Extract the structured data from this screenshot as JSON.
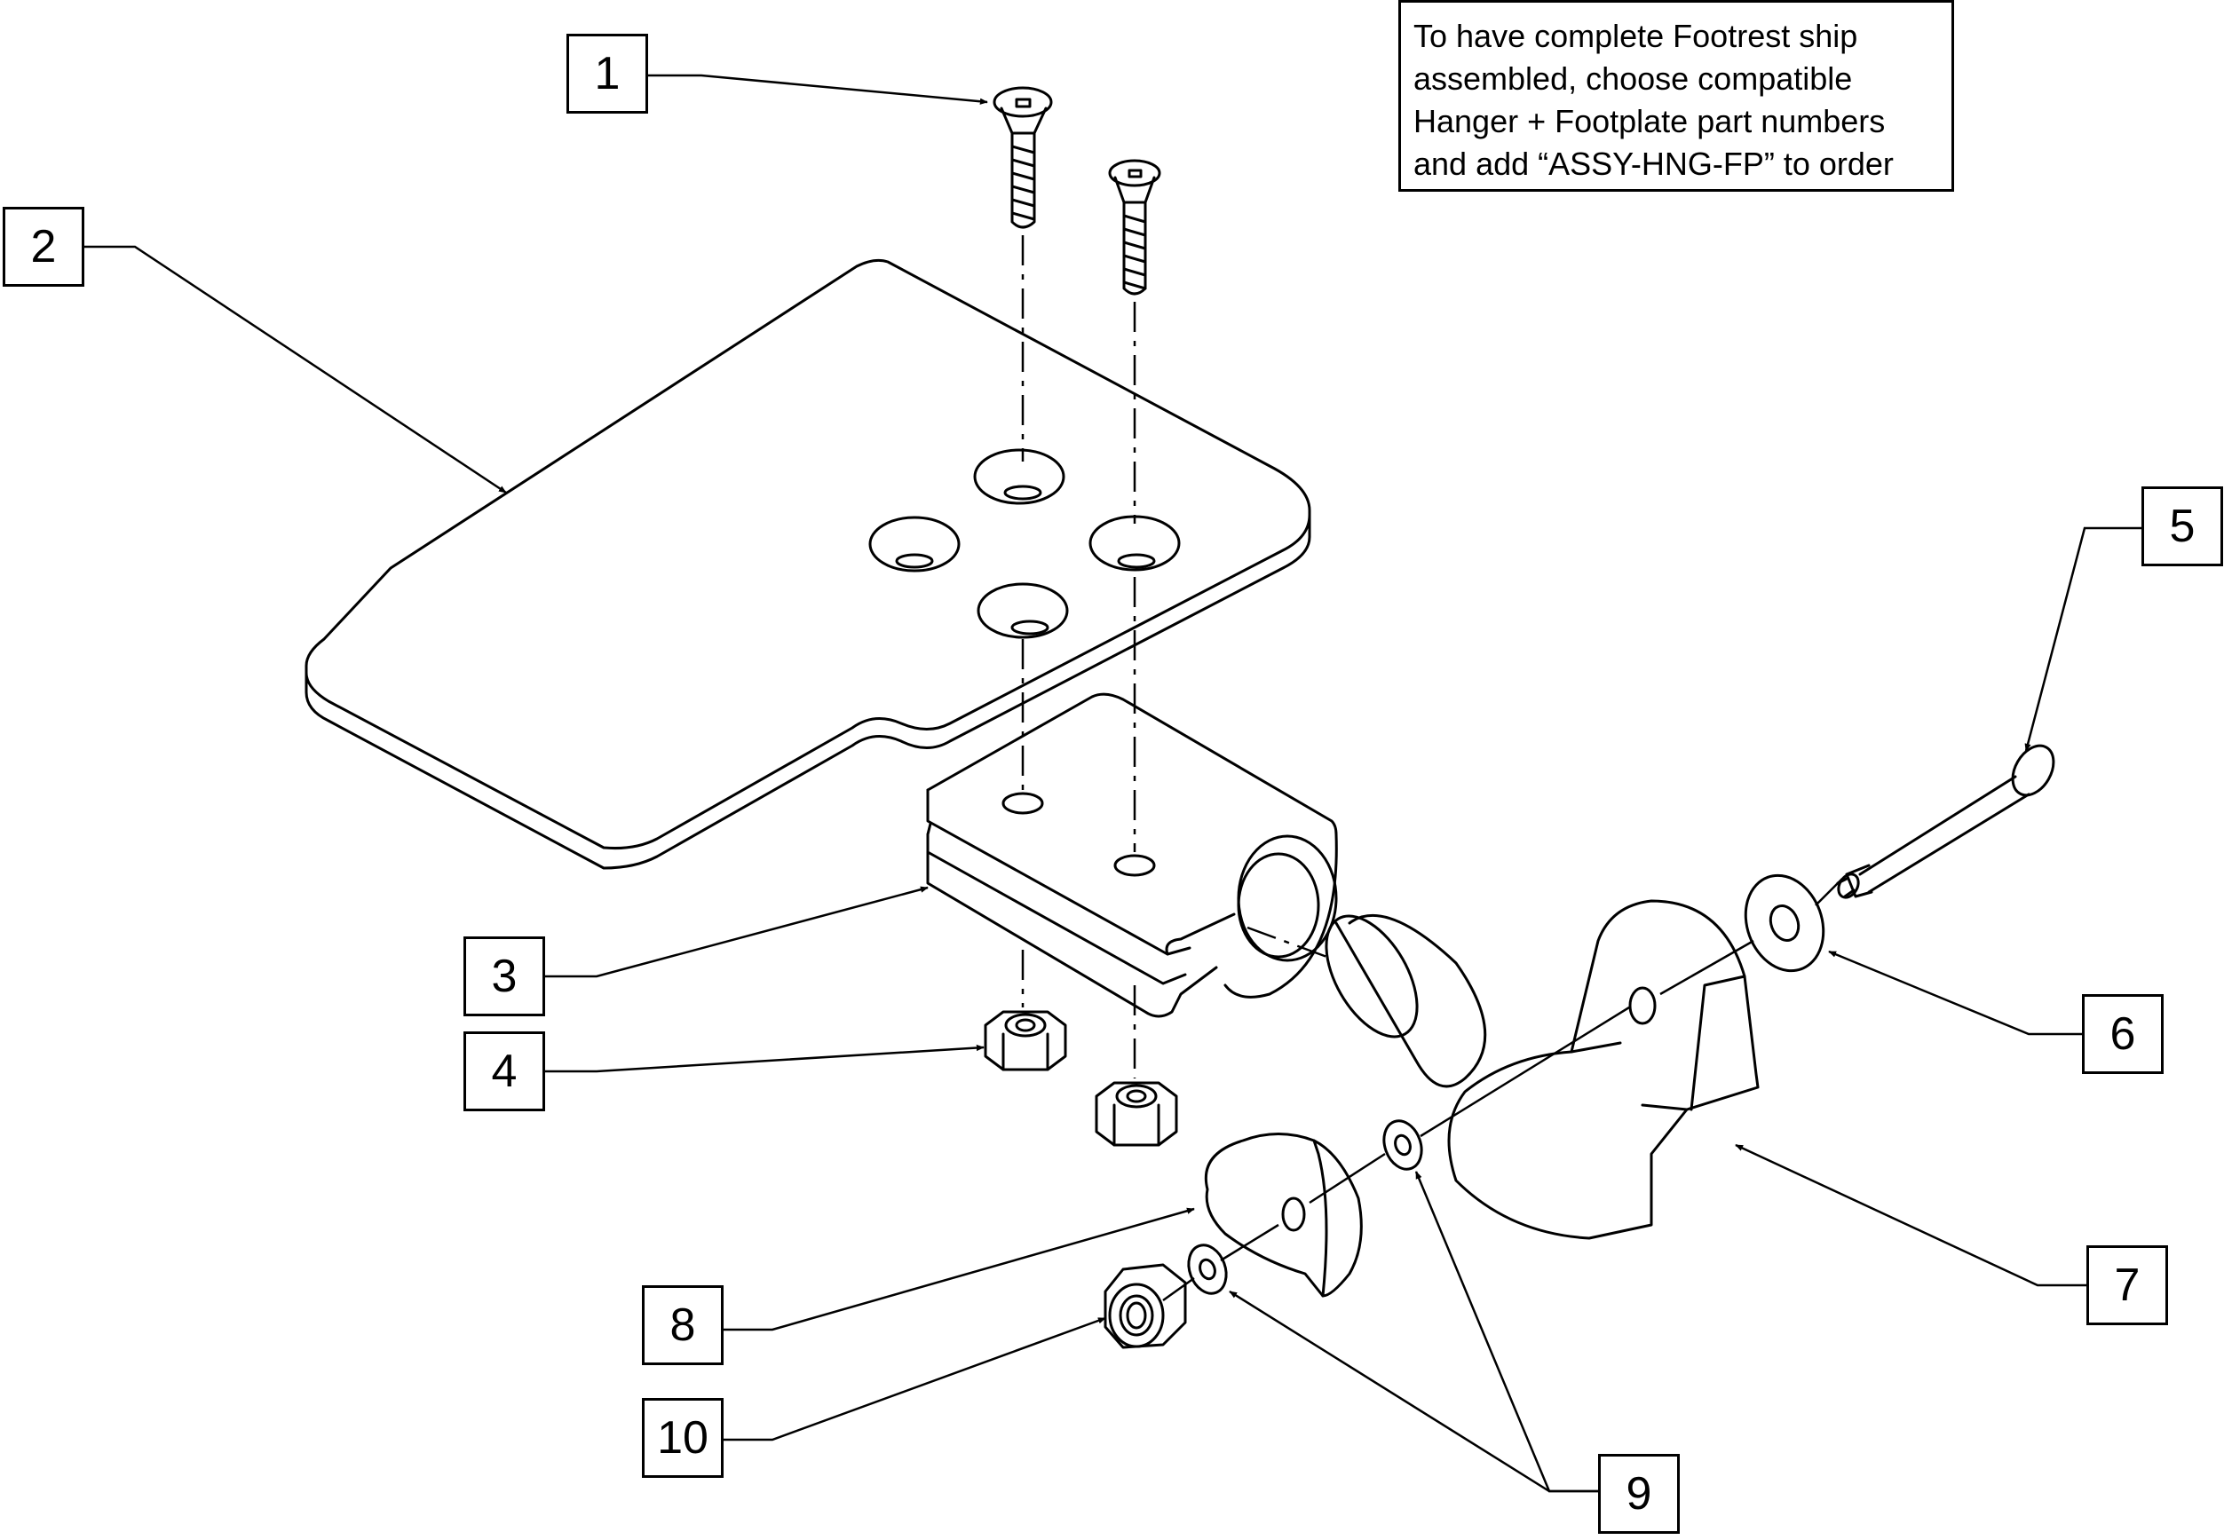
{
  "note": {
    "lines": [
      "To have complete Footrest ship",
      "assembled, choose compatible",
      "Hanger + Footplate part numbers",
      "and add “ASSY-HNG-FP” to order"
    ]
  },
  "callouts": [
    "1",
    "2",
    "3",
    "4",
    "5",
    "6",
    "7",
    "8",
    "9",
    "10"
  ]
}
